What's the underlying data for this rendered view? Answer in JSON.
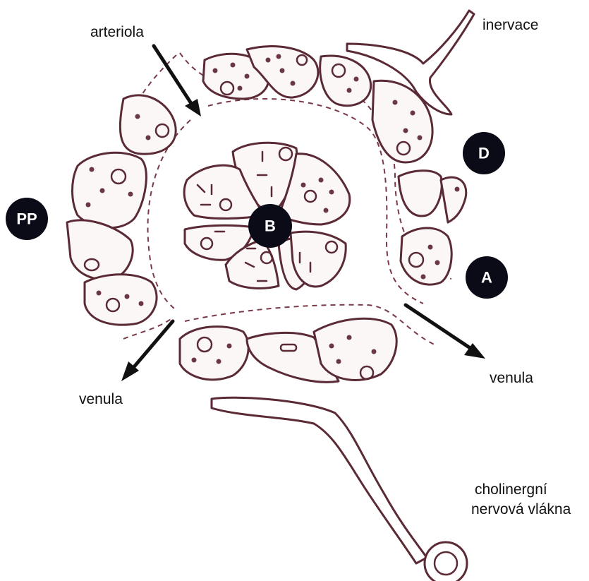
{
  "labels": {
    "arteriole": "arteriola",
    "innervation": "inervace",
    "venule_left": "venula",
    "venule_right": "venula",
    "fibers_line1": "cholinergní",
    "fibers_line2": "nervová vlákna"
  },
  "badges": {
    "pp": "PP",
    "b": "B",
    "d": "D",
    "a": "A"
  },
  "colors": {
    "outline": "#5a2a35",
    "badge": "#0b0b18",
    "arrow": "#111111"
  }
}
